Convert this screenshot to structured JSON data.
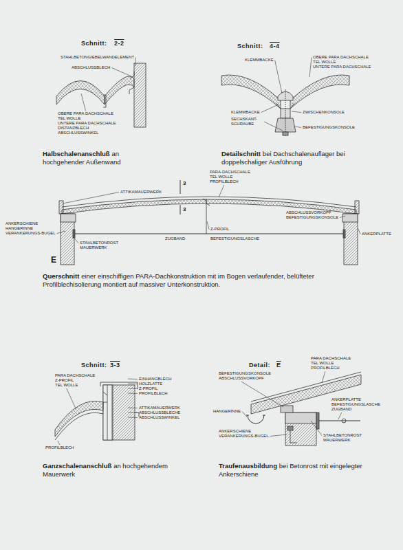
{
  "diagram": {
    "labels": [
      "Schnitt:",
      "2-2",
      "STAHLBETONGIEBELWANDELEMENT",
      "ABSCHLUSSBLECH",
      "OBERE PARA DACHSCHALE",
      "TEL WOLLE",
      "UNTERE PARA DACHSCHALE",
      "DISTANZBLECH",
      "ABSCHLUSSWINKEL",
      "Halbschalenanschluß",
      "an hochgehender Außenwand",
      "Schnitt:",
      "4-4",
      "KLEMMBACKE",
      "OBERE PARA DACHSCHALE",
      "TEL WOLLE",
      "UNTERE PARA DACHSCHALE",
      "ZWISCHENKONSOLE",
      "KLEMMBACKE",
      "SECHSKANT- SCHRAUBE",
      "BEFESTIGUNGSKONSOLE",
      "Detailschnitt",
      "bei Dachschalenauflager bei doppelschaliger Ausführung",
      "ATTIKAMAUERWERK",
      "3",
      "3",
      "PARA-DACHSCHALE",
      "TEL WOLLE",
      "PROFILBLECH",
      "ABSCHLUSSVORKOPF",
      "BEFESTIGUNGSKONSOLE",
      "ANKERSCHIENE",
      "HANGERINNE",
      "VERANKERUNGS-BUGEL",
      "E",
      "STAHLBETONROST",
      "MAUERWERK",
      "ZUGBAND",
      "Z-PROFIL",
      "BEFESTIGUNGSLASCHE",
      "ANKERPLATTE",
      "Querschnitt",
      "einer einschiffigen PARA-Dachkonstruktion mit im Bogen verlaufender, belüfteter Profilblechisolierung montiert auf massiver Unterkonstruktion.",
      "Schnitt:",
      "3-3",
      "PARA DACHSCHALE",
      "Z-PROFIL",
      "TEL WOLLE",
      "EINHANGBLECH",
      "HOLZLATTE",
      "Z-PROFIL",
      "PROFILBLECH",
      "ATTIKAMAUERWERK",
      "ABSCHLUSSBLECHE",
      "ABSCHLUSSWINKEL",
      "PROFILBLECH",
      "Ganzschalenanschluß",
      "an hochgehendem Mauerwerk",
      "Detail:",
      "E",
      "BEFESTIGUNGSKONSOLE",
      "ABSCHLUSSVORKOPF",
      "PARA DACHSCHALE",
      "TEL WOLLE",
      "PROFILBLECH",
      "HANGERINNE",
      "ANKERPLATTE",
      "BEFESTIGUNGSLASCHE",
      "ZUGBAND",
      "ANKERSCHIENE",
      "VERANKERUNGS-BUGEL",
      "STAHLBETONROST",
      "MAUERWERK",
      "Traufenausbildung",
      "bei Betonrost mit eingelegter Ankerschiene"
    ]
  }
}
